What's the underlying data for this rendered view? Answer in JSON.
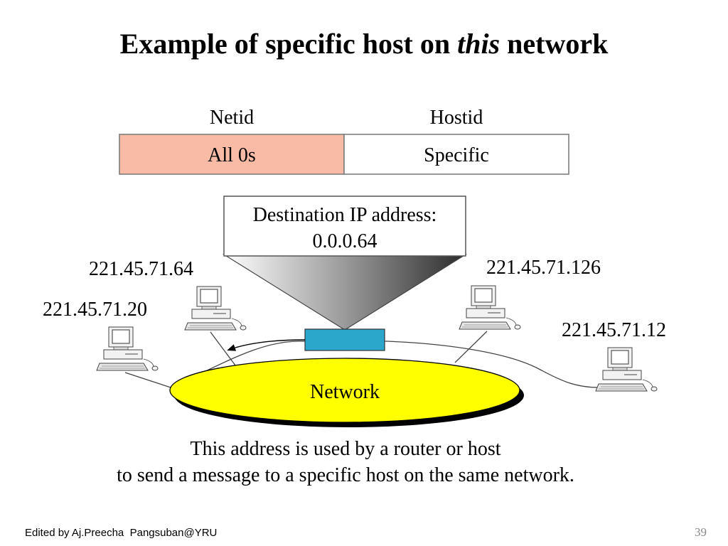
{
  "title": {
    "prefix": "Example of specific host on ",
    "emphasis": "this",
    "suffix": " network"
  },
  "address_format": {
    "netid_label": "Netid",
    "hostid_label": "Hostid",
    "netid_value": "All 0s",
    "hostid_value": "Specific",
    "netid_color": "#f9bba6"
  },
  "destination": {
    "line1": "Destination IP address:",
    "line2": "0.0.0.64"
  },
  "hosts": {
    "h64": "221.45.71.64",
    "h20": "221.45.71.20",
    "h126": "221.45.71.126",
    "h12": "221.45.71.12"
  },
  "network": {
    "label": "Network",
    "color": "#ffff00"
  },
  "packet_color": "#2ba7cc",
  "caption": {
    "line1": "This address is used by a router or host",
    "line2": "to send a message to a specific host on the same network."
  },
  "footer": "Edited by Aj.Preecha  Pangsuban@YRU",
  "page_number": "39"
}
